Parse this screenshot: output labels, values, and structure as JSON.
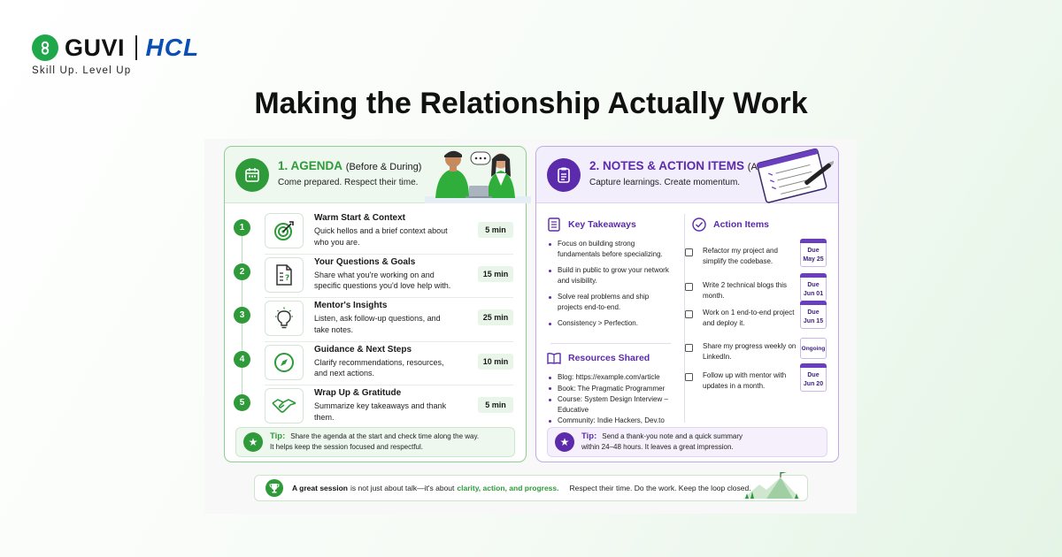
{
  "brand": {
    "guvi": "GUVI",
    "hcl": "HCL",
    "tagline": "Skill Up. Level Up"
  },
  "title": "Making the Relationship Actually Work",
  "agenda": {
    "number_title": "1. AGENDA",
    "title_suffix": "(Before & During)",
    "subtitle": "Come prepared. Respect their time.",
    "items": [
      {
        "num": "1",
        "title": "Warm Start & Context",
        "desc": "Quick hellos and a brief context about who you are.",
        "time": "5 min",
        "icon": "target-icon"
      },
      {
        "num": "2",
        "title": "Your Questions & Goals",
        "desc": "Share what you're working on and specific questions you'd love help with.",
        "time": "15 min",
        "icon": "document-question-icon"
      },
      {
        "num": "3",
        "title": "Mentor's Insights",
        "desc": "Listen, ask follow-up questions, and take notes.",
        "time": "25 min",
        "icon": "lightbulb-icon"
      },
      {
        "num": "4",
        "title": "Guidance & Next Steps",
        "desc": "Clarify recommendations, resources, and next actions.",
        "time": "10 min",
        "icon": "compass-icon"
      },
      {
        "num": "5",
        "title": "Wrap Up & Gratitude",
        "desc": "Summarize key takeaways and thank them.",
        "time": "5 min",
        "icon": "handshake-icon"
      }
    ],
    "tip_label": "Tip:",
    "tip_line1": "Share the agenda at the start and check time along the way.",
    "tip_line2": "It helps keep the session focused and respectful."
  },
  "notes": {
    "number_title": "2. NOTES & ACTION ITEMS",
    "title_suffix": "(After)",
    "subtitle": "Capture learnings. Create momentum.",
    "takeaways_title": "Key Takeaways",
    "takeaways": [
      "Focus on building strong fundamentals before specializing.",
      "Build in public to grow your network and visibility.",
      "Solve real problems and ship projects end-to-end.",
      "Consistency > Perfection."
    ],
    "resources_title": "Resources Shared",
    "resources": [
      "Blog: https://example.com/article",
      "Book: The Pragmatic Programmer",
      "Course: System Design Interview – Educative",
      "Community: Indie Hackers, Dev.to"
    ],
    "actions_title": "Action Items",
    "actions": [
      {
        "text": "Refactor my project and simplify the codebase.",
        "due_label": "Due",
        "due_date": "May 25"
      },
      {
        "text": "Write 2 technical blogs this month.",
        "due_label": "Due",
        "due_date": "Jun 01"
      },
      {
        "text": "Work on 1 end-to-end project and deploy it.",
        "due_label": "Due",
        "due_date": "Jun 15"
      },
      {
        "text": "Share my progress weekly on LinkedIn.",
        "status": "Ongoing"
      },
      {
        "text": "Follow up with mentor with updates in a month.",
        "due_label": "Due",
        "due_date": "Jun 20"
      }
    ],
    "tip_label": "Tip:",
    "tip_line1": "Send a thank-you note and a quick summary",
    "tip_line2": "within 24–48 hours. It leaves a great impression."
  },
  "banner": {
    "part1": "A great session",
    "part2": "is not just about talk—it's about",
    "part3": "clarity, action, and progress.",
    "part4": "Respect their time. Do the work. Keep the loop closed."
  },
  "colors": {
    "green": "#2e9a3a",
    "purple": "#5b2bab",
    "hcl_blue": "#0a4fb3"
  }
}
